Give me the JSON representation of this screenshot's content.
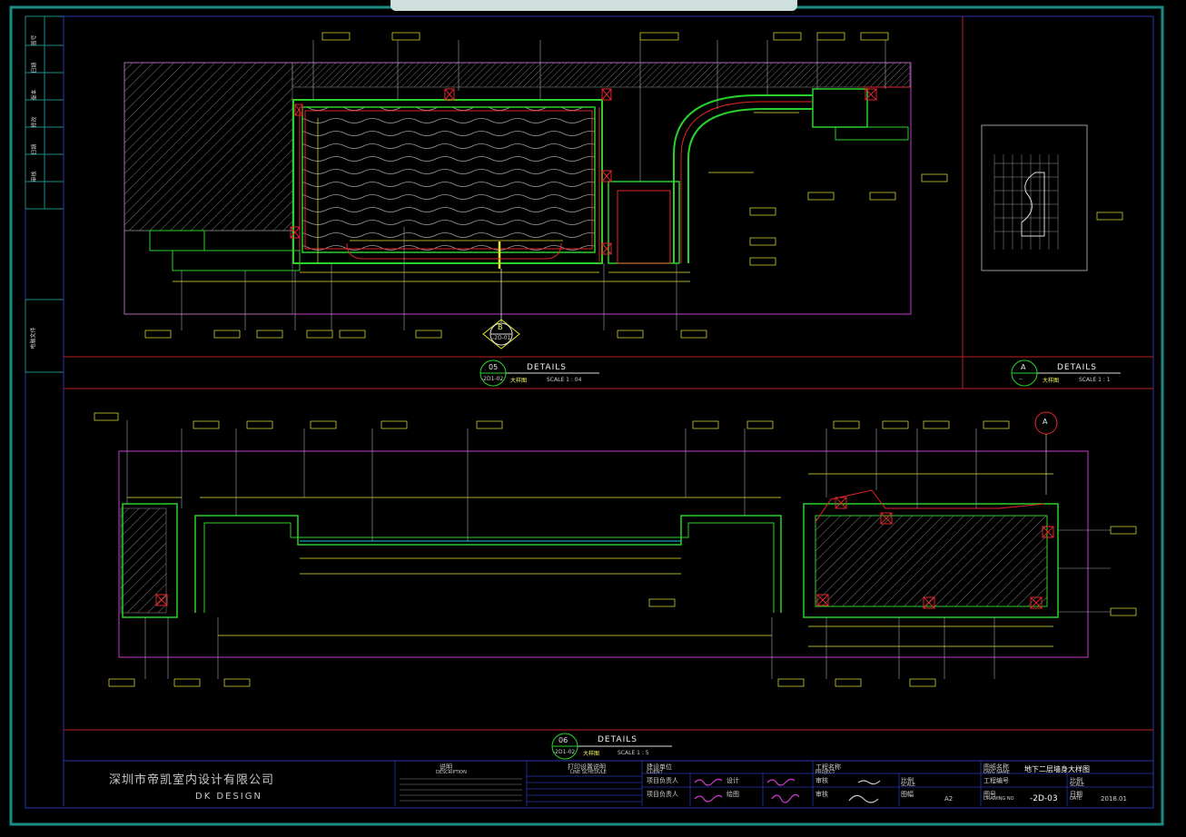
{
  "company": {
    "name_cn": "深圳市帝凯室内设计有限公司",
    "name_en": "DK   DESIGN"
  },
  "top_banner": "",
  "details": [
    {
      "num": "05",
      "sheet": "-2D1-02",
      "title": "DETAILS",
      "name": "大样图",
      "scale": "SCALE 1 : 04"
    },
    {
      "num": "A",
      "sheet": "--",
      "title": "DETAILS",
      "name": "大样图",
      "scale": "SCALE 1 : 1"
    },
    {
      "num": "06",
      "sheet": "-2D1-02",
      "title": "DETAILS",
      "name": "大样图",
      "scale": "SCALE 1 : 5"
    }
  ],
  "section_marker": {
    "letter": "B",
    "sheet": "-2D-01"
  },
  "callout_marker": {
    "letter": "A"
  },
  "title_block": {
    "notes_label": "说明",
    "notes_label_en": "DESCRIPTION",
    "print_record": "打印设置说明",
    "print_record_en": "LINE SCHEDULE",
    "client_label": "建设单位",
    "client_en": "CLIENT",
    "project_label": "工程名称",
    "project_en": "PROJECT",
    "drawing_label": "图纸名称",
    "drawing_en": "DWG NAME",
    "drawing_name": "地下二层墙身大样图",
    "project_no_label": "工程编号",
    "scale_label": "比例",
    "scale_en": "SCALE",
    "sheet_no_label": "图号",
    "sheet_no_en": "DRAWING NO",
    "sheet_no": "-2D-03",
    "date_label": "日期",
    "date_en": "DATE",
    "date": "2018.01",
    "size_label": "图幅",
    "size": "A2",
    "design_label": "设计",
    "check_label": "审核",
    "draw_label": "绘图",
    "chief_label": "项目负责人"
  },
  "left_strip": [
    "图号",
    "日期",
    "版本",
    "修改",
    "日期",
    "审核"
  ],
  "left_strip_bottom": "电脑文件",
  "colors": {
    "frame_teal": "#1a8c86",
    "red_line": "#e0262b",
    "magenta": "#c13fc6",
    "green": "#2bd12b",
    "yellow": "#e8e832",
    "cyan": "#25c7d9",
    "hatch_gray": "#8a8a8a"
  }
}
